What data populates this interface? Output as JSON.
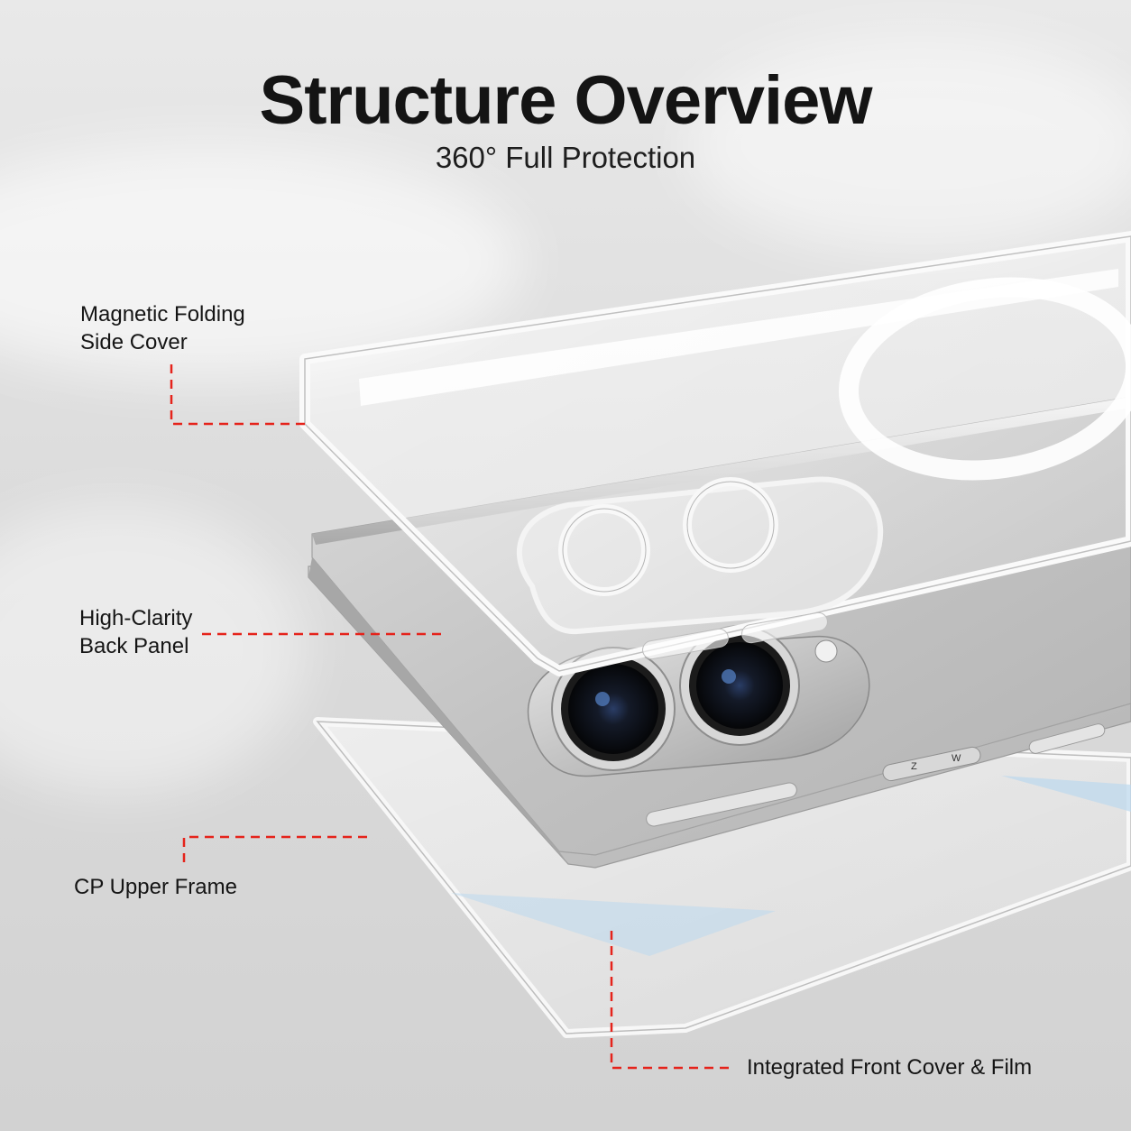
{
  "title": "Structure Overview",
  "subtitle": "360° Full Protection",
  "labels": {
    "side_cover": {
      "line1": "Magnetic Folding",
      "line2": "Side Cover"
    },
    "back_panel": {
      "line1": "High-Clarity",
      "line2": "Back Panel"
    },
    "upper_frame": {
      "line1": "CP Upper Frame"
    },
    "front_cover": {
      "line1": "Integrated Front Cover & Film"
    }
  },
  "phone_marks": {
    "zoom_left": "Z",
    "zoom_right": "W"
  },
  "colors": {
    "background": "#dedede",
    "leader_line": "#e5231b",
    "text": "#151515",
    "phone_body": "#c4c4c4",
    "screen_accent": "#bcd9ee"
  },
  "icons": [
    "magsafe-ring-icon",
    "camera-lens-icon"
  ]
}
